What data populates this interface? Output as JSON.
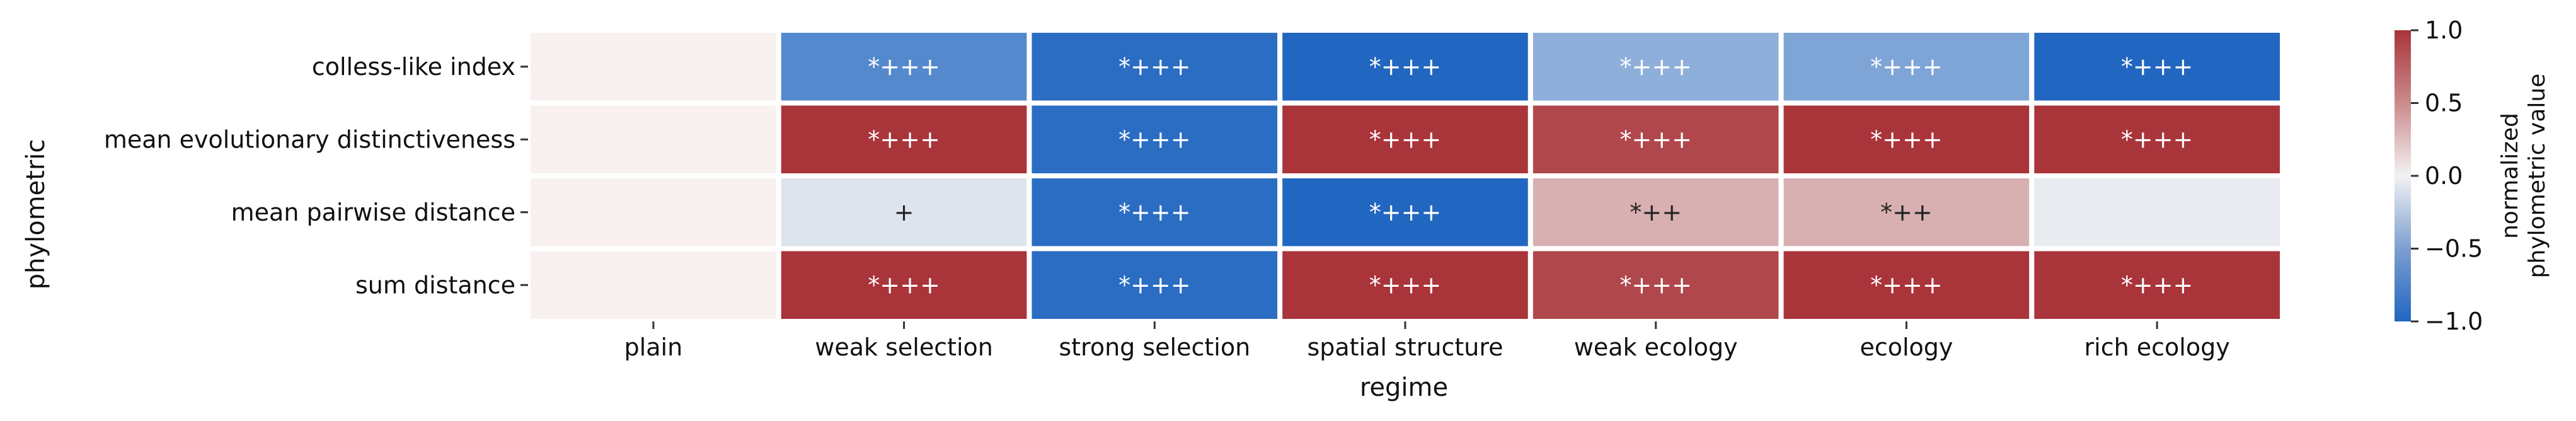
{
  "chart_data": {
    "type": "heatmap",
    "xlabel": "regime",
    "ylabel": "phylometric",
    "x_categories": [
      "plain",
      "weak selection",
      "strong selection",
      "spatial structure",
      "weak ecology",
      "ecology",
      "rich ecology"
    ],
    "y_categories": [
      "colless-like index",
      "mean evolutionary distinctiveness",
      "mean pairwise distance",
      "sum distance"
    ],
    "values": [
      [
        0.0,
        -0.75,
        -0.95,
        -1.0,
        -0.48,
        -0.55,
        -1.0
      ],
      [
        0.0,
        1.0,
        -0.95,
        1.0,
        0.9,
        1.0,
        1.0
      ],
      [
        0.0,
        -0.1,
        -0.95,
        -1.0,
        0.35,
        0.35,
        -0.05
      ],
      [
        0.0,
        1.0,
        -0.95,
        1.0,
        0.9,
        1.0,
        1.0
      ]
    ],
    "annotations": [
      [
        "",
        "*+++",
        "*+++",
        "*+++",
        "*+++",
        "*+++",
        "*+++"
      ],
      [
        "",
        "*+++",
        "*+++",
        "*+++",
        "*+++",
        "*+++",
        "*+++"
      ],
      [
        "",
        "+",
        "*+++",
        "*+++",
        "*++",
        "*++",
        ""
      ],
      [
        "",
        "*+++",
        "*+++",
        "*+++",
        "*+++",
        "*+++",
        "*+++"
      ]
    ],
    "colorbar": {
      "label_lines": [
        "normalized",
        "phylometric value"
      ],
      "range": [
        -1.0,
        1.0
      ],
      "ticks": [
        1.0,
        0.5,
        0.0,
        -0.5,
        -1.0
      ],
      "tick_labels": [
        "1.0",
        "0.5",
        "0.0",
        "−0.5",
        "−1.0"
      ]
    },
    "colors": {
      "low": "#2166c0",
      "mid": "#f2f2f2",
      "high": "#a9343a"
    }
  }
}
